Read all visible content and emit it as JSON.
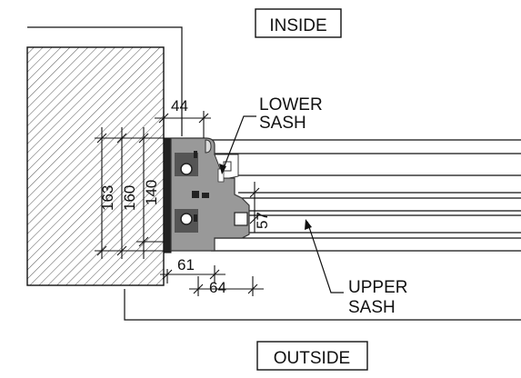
{
  "labels": {
    "inside": "INSIDE",
    "outside": "OUTSIDE",
    "lower_sash_line1": "LOWER",
    "lower_sash_line2": "SASH",
    "upper_sash_line1": "UPPER",
    "upper_sash_line2": "SASH"
  },
  "dimensions": {
    "d44": "44",
    "d163": "163",
    "d160": "160",
    "d140": "140",
    "d61": "61",
    "d64": "64",
    "d57": "57"
  },
  "colors": {
    "line": "#111111",
    "frame_fill": "#999999",
    "frame_dark": "#333333",
    "hatch": "#444444"
  }
}
